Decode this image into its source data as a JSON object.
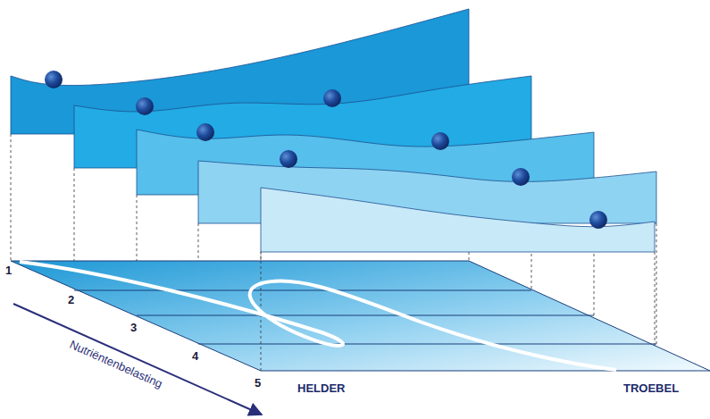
{
  "diagram": {
    "labels": [
      "1",
      "2",
      "3",
      "4",
      "5",
      "Nutriëntenbelasting",
      "HELDER",
      "TROEBEL"
    ]
  }
}
